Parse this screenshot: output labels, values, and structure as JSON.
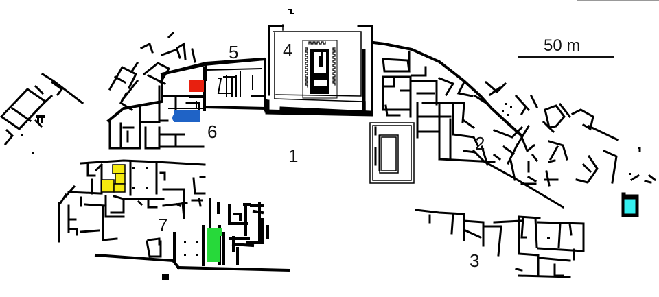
{
  "map": {
    "type": "archaeological site plan",
    "scale": {
      "label": "50 m"
    },
    "area_labels": [
      {
        "id": "1",
        "text": "1"
      },
      {
        "id": "2",
        "text": "2"
      },
      {
        "id": "3",
        "text": "3"
      },
      {
        "id": "4",
        "text": "4"
      },
      {
        "id": "5",
        "text": "5"
      },
      {
        "id": "6",
        "text": "6"
      },
      {
        "id": "7",
        "text": "7"
      }
    ],
    "highlighted_structures": [
      {
        "name": "red-room",
        "color": "#e8200f"
      },
      {
        "name": "blue-room",
        "color": "#1f63c6"
      },
      {
        "name": "yellow-rooms",
        "color": "#f5ea10"
      },
      {
        "name": "green-room",
        "color": "#27d93a"
      },
      {
        "name": "cyan-room",
        "color": "#35f0f0"
      }
    ],
    "wall_color": "#000000",
    "background_color": "#ffffff"
  }
}
